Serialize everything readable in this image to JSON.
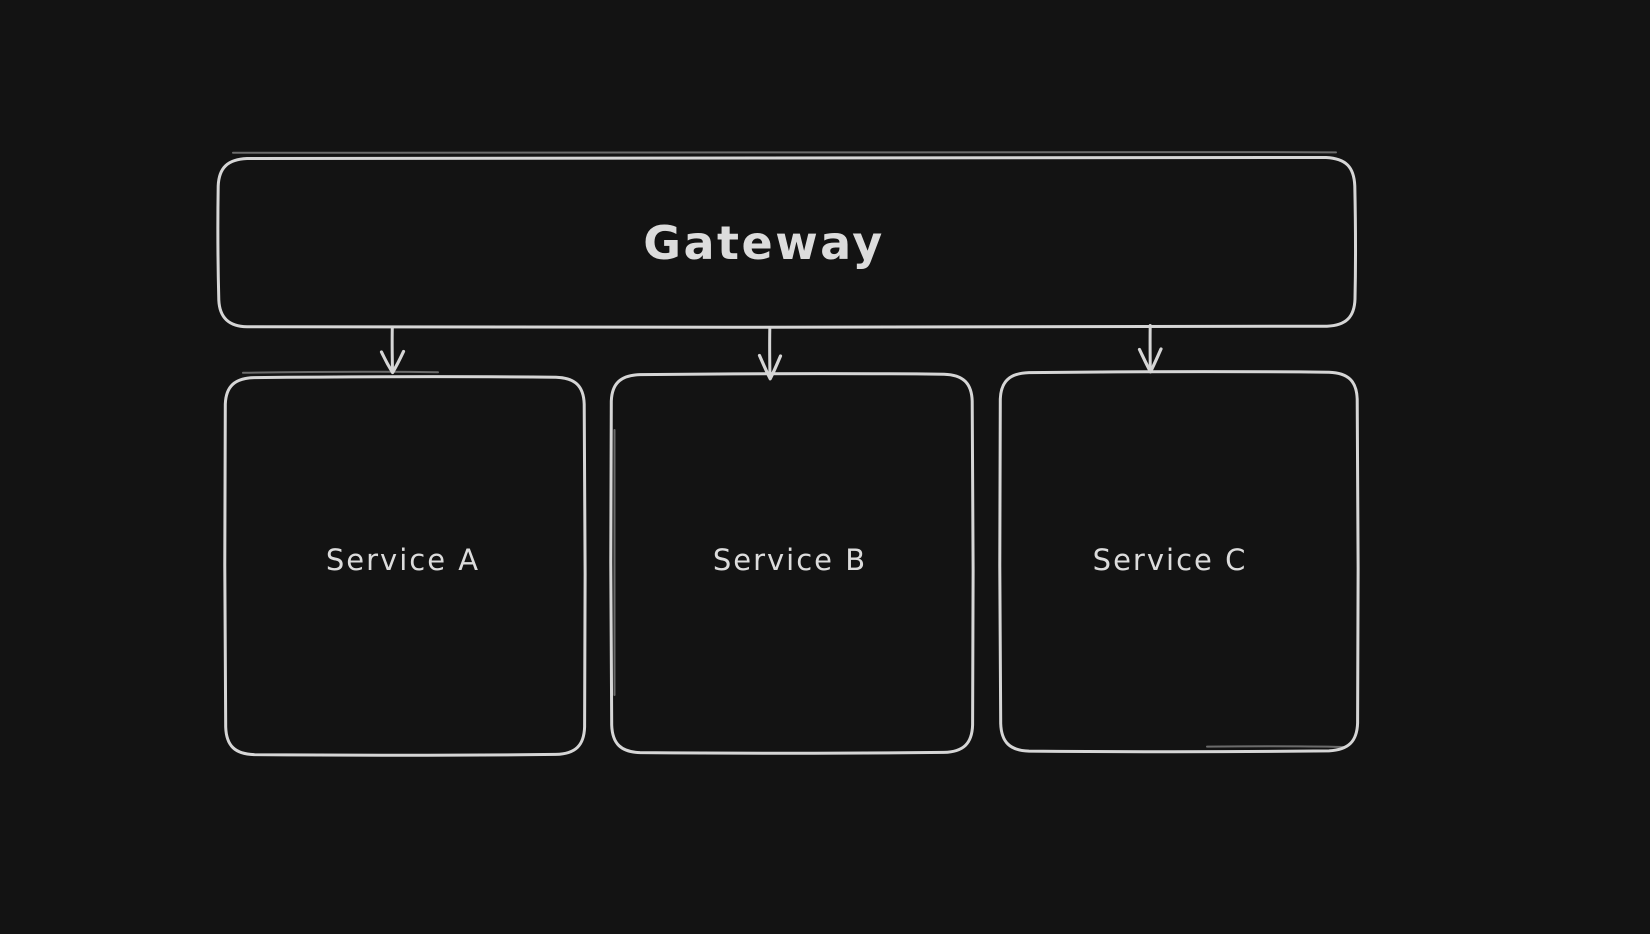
{
  "canvas": {
    "background_color": "#131313",
    "stroke_color": "#d6d6d6",
    "text_color": "#dcdcdc"
  },
  "diagram": {
    "style": "hand-drawn-sketch",
    "nodes": [
      {
        "id": "gateway",
        "label": "Gateway",
        "shape": "rounded-rectangle"
      },
      {
        "id": "service-a",
        "label": "Service A",
        "shape": "rounded-rectangle"
      },
      {
        "id": "service-b",
        "label": "Service B",
        "shape": "rounded-rectangle"
      },
      {
        "id": "service-c",
        "label": "Service C",
        "shape": "rounded-rectangle"
      }
    ],
    "edges": [
      {
        "from": "Gateway",
        "to": "Service A",
        "type": "arrow-down"
      },
      {
        "from": "Gateway",
        "to": "Service B",
        "type": "arrow-down"
      },
      {
        "from": "Gateway",
        "to": "Service C",
        "type": "arrow-down"
      }
    ]
  }
}
